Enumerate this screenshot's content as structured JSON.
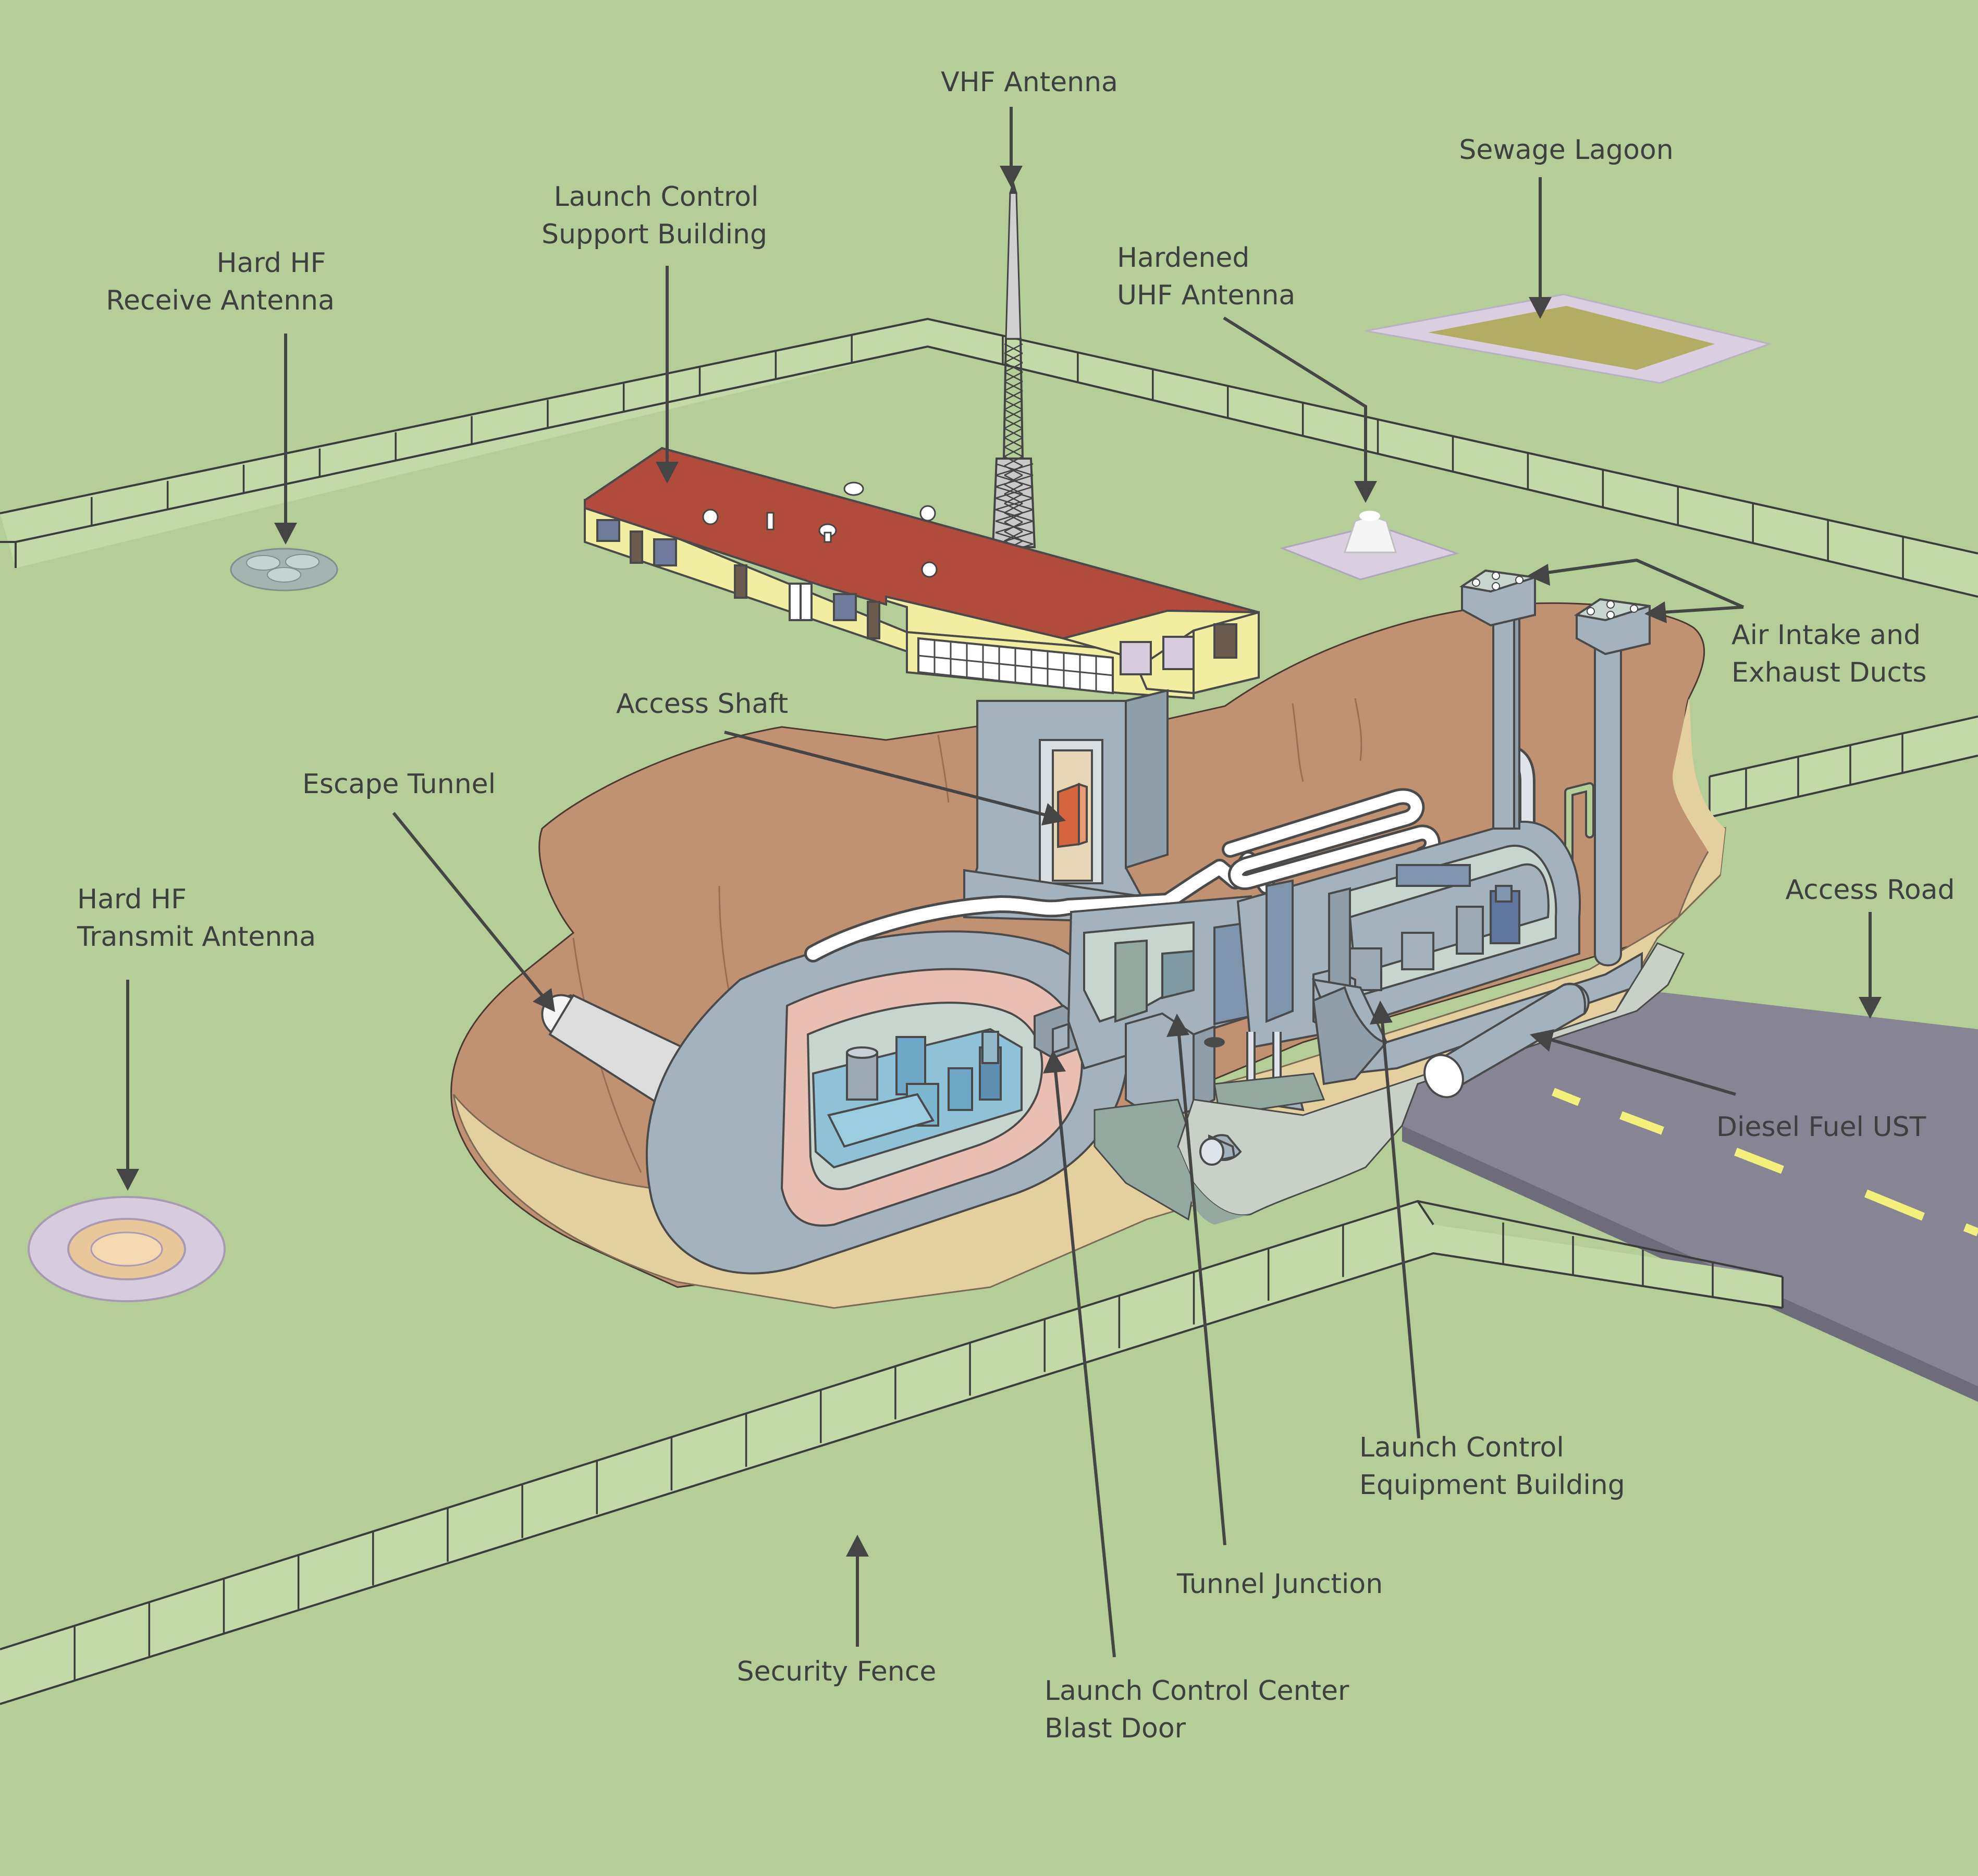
{
  "colors": {
    "ground": "#b5cd96",
    "soil": "#c09272",
    "sand": "#e4cf9f",
    "capsule_gray": "#a3b2bc",
    "interior_pink": "#e8bfb2",
    "equipment_blue": "#8fc2d6",
    "roof_red": "#b14b3c",
    "wall_yellow": "#f1eea2",
    "road_gray": "#878594",
    "lagoon": "#b5ac64",
    "pad_lavender": "#d7ccdd",
    "dash_yellow": "#f3f07c"
  },
  "labels": {
    "vhf_antenna": [
      "VHF Antenna"
    ],
    "sewage_lagoon": [
      "Sewage Lagoon"
    ],
    "launch_control_support_building": [
      "Launch Control",
      "Support Building"
    ],
    "hard_hf_receive_antenna": [
      "Hard HF",
      "Receive Antenna"
    ],
    "hardened_uhf_antenna": [
      "Hardened",
      "UHF Antenna"
    ],
    "air_intake_exhaust_ducts": [
      "Air Intake and",
      "Exhaust Ducts"
    ],
    "access_shaft": [
      "Access Shaft"
    ],
    "escape_tunnel": [
      "Escape Tunnel"
    ],
    "hard_hf_transmit_antenna": [
      "Hard HF",
      "Transmit Antenna"
    ],
    "access_road": [
      "Access Road"
    ],
    "diesel_fuel_ust": [
      "Diesel Fuel UST"
    ],
    "launch_control_equipment_building": [
      "Launch Control",
      "Equipment Building"
    ],
    "tunnel_junction": [
      "Tunnel Junction"
    ],
    "security_fence": [
      "Security Fence"
    ],
    "launch_control_center_blast_door": [
      "Launch Control Center",
      "Blast Door"
    ]
  }
}
